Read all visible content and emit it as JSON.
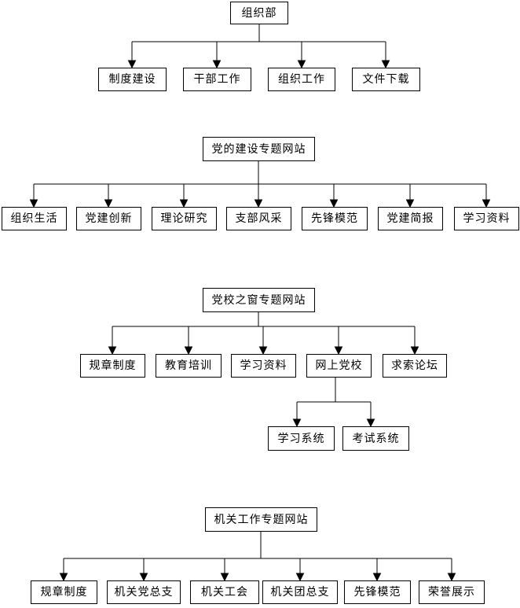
{
  "diagram": {
    "colors": {
      "background": "#ffffff",
      "box_border": "#000000",
      "text": "#000000",
      "line": "#000000"
    },
    "trees": [
      {
        "root": "组织部",
        "children": [
          "制度建设",
          "干部工作",
          "组织工作",
          "文件下载"
        ]
      },
      {
        "root": "党的建设专题网站",
        "children": [
          "组织生活",
          "党建创新",
          "理论研究",
          "支部风采",
          "先锋模范",
          "党建简报",
          "学习资料"
        ]
      },
      {
        "root": "党校之窗专题网站",
        "children": [
          "规章制度",
          "教育培训",
          "学习资料",
          "网上党校",
          "求索论坛"
        ],
        "subtree": {
          "parent": "网上党校",
          "children": [
            "学习系统",
            "考试系统"
          ]
        }
      },
      {
        "root": "机关工作专题网站",
        "children": [
          "规章制度",
          "机关党总支",
          "机关工会",
          "机关团总支",
          "先锋模范",
          "荣誉展示"
        ]
      }
    ]
  }
}
